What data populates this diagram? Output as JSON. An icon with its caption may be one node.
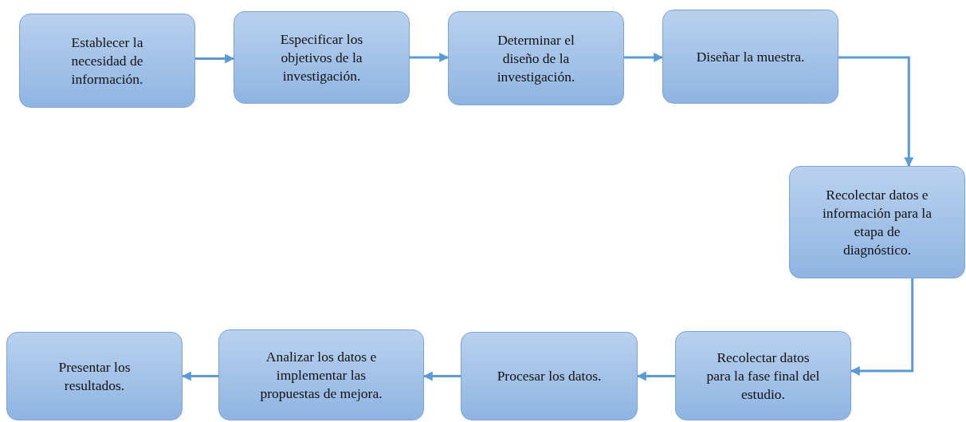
{
  "diagram": {
    "nodes": [
      {
        "text": [
          "Establecer la necesidad de información."
        ]
      },
      {
        "text": [
          "Especificar los objetivos de la investigación."
        ]
      },
      {
        "text": [
          "Determinar el diseño de la investigación."
        ]
      },
      {
        "text": [
          "Diseñar la muestra."
        ]
      },
      {
        "text": [
          "Recolectar datos e información para la etapa de diagnóstico."
        ]
      },
      {
        "text": [
          "Recolectar datos para la fase final del estudio."
        ]
      },
      {
        "text": [
          "Procesar los datos."
        ]
      },
      {
        "text": [
          "Analizar los datos e implementar las propuestas de mejora."
        ]
      },
      {
        "text": [
          "Presentar los resultados."
        ]
      }
    ],
    "edges": [
      {
        "from": 0,
        "to": 1,
        "arrow": "to"
      },
      {
        "from": 1,
        "to": 2,
        "arrow": "to"
      },
      {
        "from": 2,
        "to": 3,
        "arrow": "to"
      },
      {
        "from": 3,
        "to": 4,
        "arrow": "to"
      },
      {
        "from": 4,
        "to": 5,
        "arrow": "to"
      },
      {
        "from": 5,
        "to": 6,
        "arrow": "to"
      },
      {
        "from": 6,
        "to": 7,
        "arrow": "to"
      },
      {
        "from": 7,
        "to": 8,
        "arrow": "to"
      }
    ]
  }
}
